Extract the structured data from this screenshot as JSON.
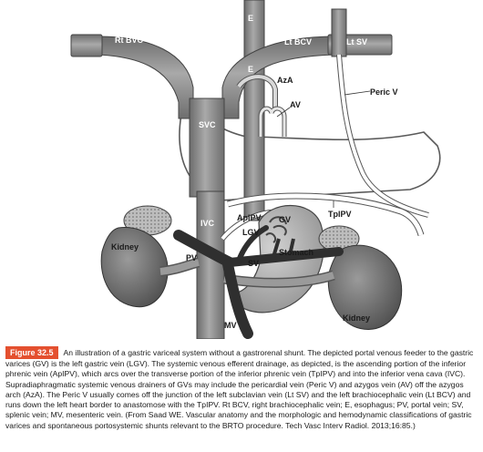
{
  "diagram": {
    "labels": {
      "esophagus_top": "E",
      "rt_bvc": "Rt BVC",
      "lt_bcv": "Lt BCV",
      "lt_sv": "Lt SV",
      "esophagus_mid": "E",
      "aza": "AzA",
      "peric_v": "Peric V",
      "av": "AV",
      "svc": "SVC",
      "tpipv": "TpIPV",
      "apipv": "ApIPV",
      "gv": "GV",
      "lgv": "LGV",
      "ivc": "IVC",
      "stomach": "Stomach",
      "kidney_left": "Kidney",
      "pv": "PV",
      "sv": "SV",
      "kidney_right": "Kidney",
      "mv": "MV"
    }
  },
  "caption": {
    "figure_label": "Figure 32.5",
    "text": "An illustration of a gastric variceal system without a gastrorenal shunt. The depicted portal venous feeder to the gastric varices (GV) is the left gastric vein (LGV). The systemic venous efferent drainage, as depicted, is the ascending portion of the inferior phrenic vein (ApIPV), which arcs over the transverse portion of the inferior phrenic vein (TpIPV) and into the inferior vena cava (IVC). Supradiaphragmatic systemic venous drainers of GVs may include the pericardial vein (Peric V) and azygos vein (AV) off the azygos arch (AzA). The Peric V usually comes off the junction of the left subclavian vein (Lt SV) and the left brachiocephalic vein (Lt BCV) and runs down the left heart border to anastomose with the TpIPV. Rt BCV, right brachiocephalic vein; E, esophagus; PV, portal vein; SV, splenic vein; MV, mesenteric vein. (From Saad WE. Vascular anatomy and the morphologic and hemodynamic classifications of gastric varices and spontaneous portosystemic shunts relevant to the BRTO procedure. Tech Vasc Interv Radiol. 2013;16:85.)"
  }
}
